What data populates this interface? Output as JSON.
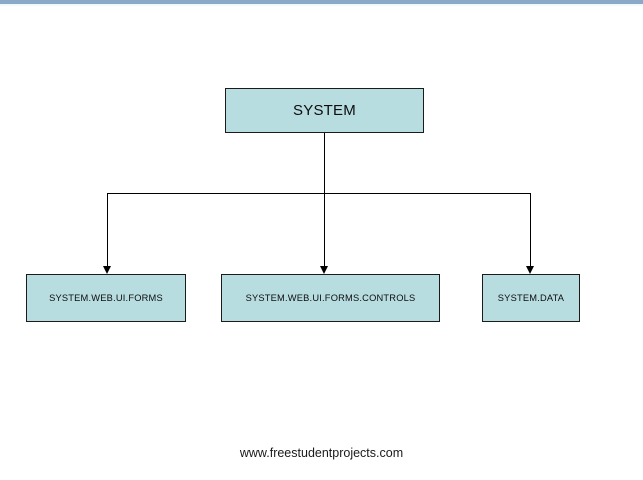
{
  "diagram": {
    "type": "hierarchy-tree",
    "root": {
      "id": "system",
      "label": "SYSTEM"
    },
    "children": [
      {
        "id": "forms",
        "label": "SYSTEM.WEB.UI.FORMS"
      },
      {
        "id": "controls",
        "label": "SYSTEM.WEB.UI.FORMS.CONTROLS"
      },
      {
        "id": "data",
        "label": "SYSTEM.DATA"
      }
    ],
    "colors": {
      "node_fill": "#b8dde1",
      "node_border": "#1b1b1b",
      "connector": "#000000",
      "canvas": "#ffffff",
      "top_band": "#8aa9c8"
    }
  },
  "footer": {
    "text": "www.freestudentprojects.com"
  }
}
